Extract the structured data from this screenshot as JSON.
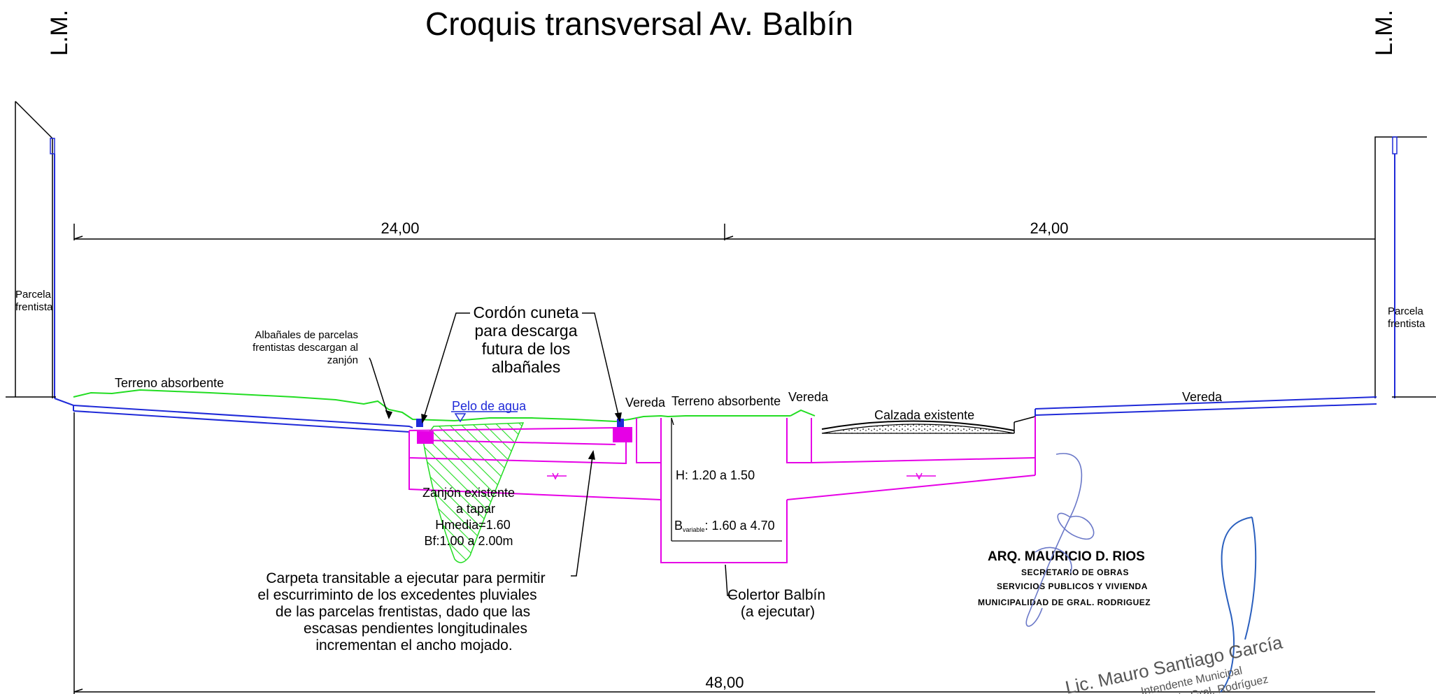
{
  "title": "Croquis transversal Av. Balbín",
  "lm_left": "L.M.",
  "lm_right": "L.M.",
  "dimensions": {
    "left_half": "24,00",
    "right_half": "24,00",
    "total": "48,00"
  },
  "labels": {
    "parcela_left": [
      "Parcela",
      "frentista"
    ],
    "parcela_right": [
      "Parcela",
      "frentista"
    ],
    "terreno_left": "Terreno absorbente",
    "albanales": [
      "Albañales de parcelas",
      "frentistas descargan al",
      "zanjón"
    ],
    "cordon": [
      "Cordón cuneta",
      "para descarga",
      "futura de los",
      "albañales"
    ],
    "pelo_agua": "Pelo de agua",
    "vereda_1": "Vereda",
    "terreno_center": "Terreno absorbente",
    "vereda_2": "Vereda",
    "calzada": "Calzada existente",
    "vereda_right": "Vereda",
    "h_range": "H: 1.20 a 1.50",
    "b_prefix": "B",
    "b_sub": "variable",
    "b_range": ": 1.60 a 4.70",
    "zanjon": [
      "Zanjón existente",
      "a tapar",
      "Hmedia=1.60",
      "Bf:1.00 a 2.00m"
    ],
    "carpeta": [
      "Carpeta transitable a ejecutar para permitir",
      "el escurriminto de los excedentes pluviales",
      "de las parcelas frentistas, dado que las",
      "escasas pendientes longitudinales",
      "incrementan el ancho mojado."
    ],
    "colector": [
      "Colertor Balbín",
      "(a ejecutar)"
    ]
  },
  "stamp": {
    "name": "ARQ. MAURICIO D. RIOS",
    "line1": "SECRETARIO DE OBRAS",
    "line2": "SERVICIOS PUBLICOS Y VIVIENDA",
    "line3": "MUNICIPALIDAD DE GRAL. RODRIGUEZ"
  },
  "signature": {
    "name": "Lic. Mauro Santiago García",
    "line1": "Intendente Municipal",
    "line2": "de Gral. Rodríguez"
  },
  "colors": {
    "structure": "#e600e6",
    "terrain": "#22dd22",
    "profile": "#1f2ad8",
    "lines": "#000000"
  }
}
